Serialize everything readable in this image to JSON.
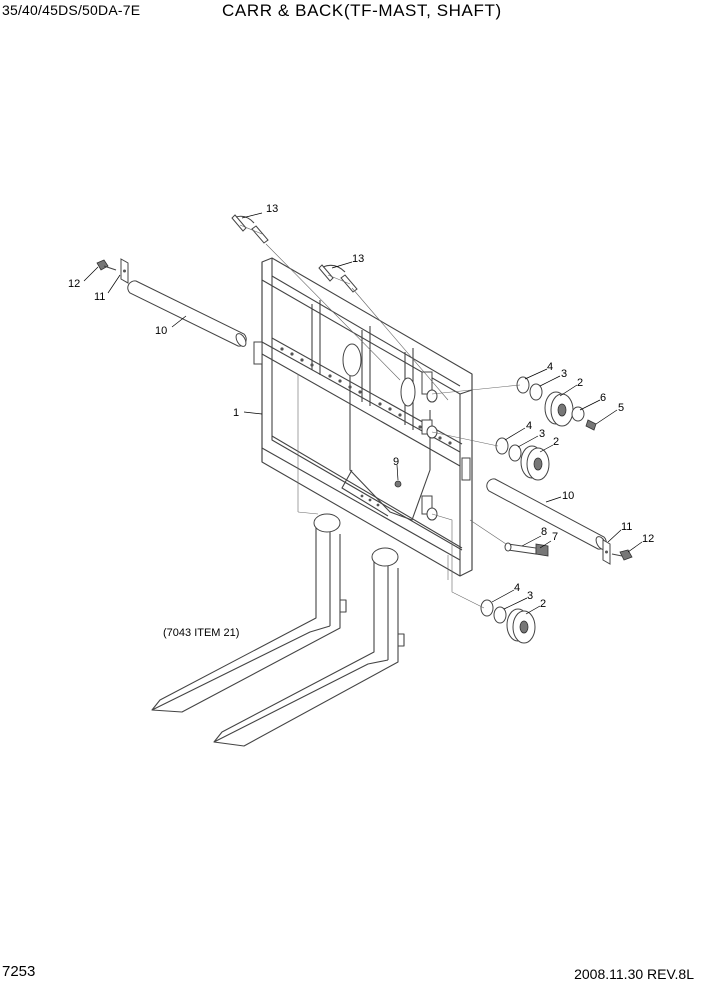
{
  "header": {
    "model": "35/40/45DS/50DA-7E",
    "title": "CARR & BACK(TF-MAST, SHAFT)"
  },
  "footer": {
    "page_number": "7253",
    "date_rev": "2008.11.30  REV.8L"
  },
  "diagram": {
    "reference_note": "(7043 ITEM 21)",
    "callouts": [
      "1",
      "2",
      "2",
      "2",
      "3",
      "3",
      "3",
      "4",
      "4",
      "4",
      "5",
      "6",
      "7",
      "8",
      "9",
      "10",
      "10",
      "11",
      "11",
      "12",
      "12",
      "13",
      "13"
    ]
  }
}
